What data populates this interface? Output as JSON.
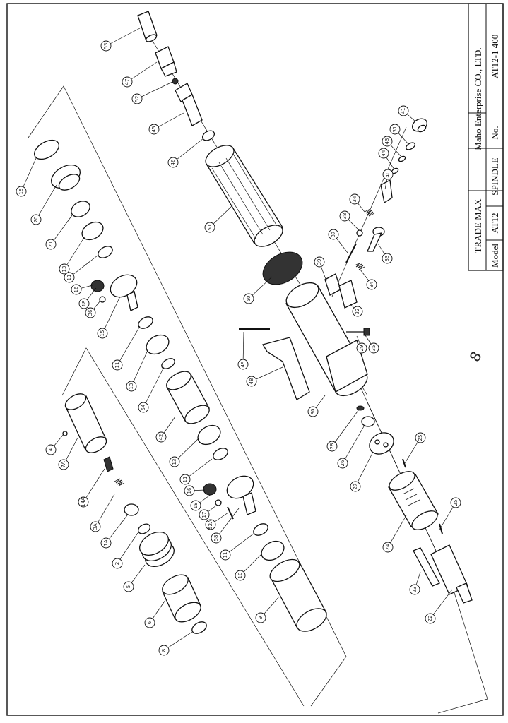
{
  "title_block": {
    "company": "Maho Enterprise CO., LTD.",
    "trade": "TRADE MAX",
    "model_label": "Model",
    "model": "AT12",
    "section": "SPINDLE",
    "no_label": "No.",
    "doc_no": "AT12-1 400"
  },
  "handwritten_mark": "8",
  "callouts": [
    "53",
    "47",
    "52",
    "45",
    "46",
    "51",
    "50",
    "49",
    "48",
    "30",
    "29",
    "35",
    "32",
    "39",
    "37",
    "38",
    "34",
    "33",
    "34",
    "40",
    "44",
    "43",
    "31",
    "41",
    "19",
    "20",
    "21",
    "13",
    "11",
    "16",
    "18",
    "36",
    "15",
    "11",
    "13",
    "54",
    "42",
    "13",
    "11",
    "16",
    "18",
    "17",
    "52A",
    "58",
    "11",
    "10",
    "9",
    "4",
    "7A",
    "14A",
    "3A",
    "1A",
    "2",
    "5",
    "6",
    "8",
    "28",
    "26",
    "25",
    "27",
    "25",
    "24",
    "23",
    "22"
  ],
  "colors": {
    "ink": "#111111",
    "paper": "#ffffff"
  }
}
